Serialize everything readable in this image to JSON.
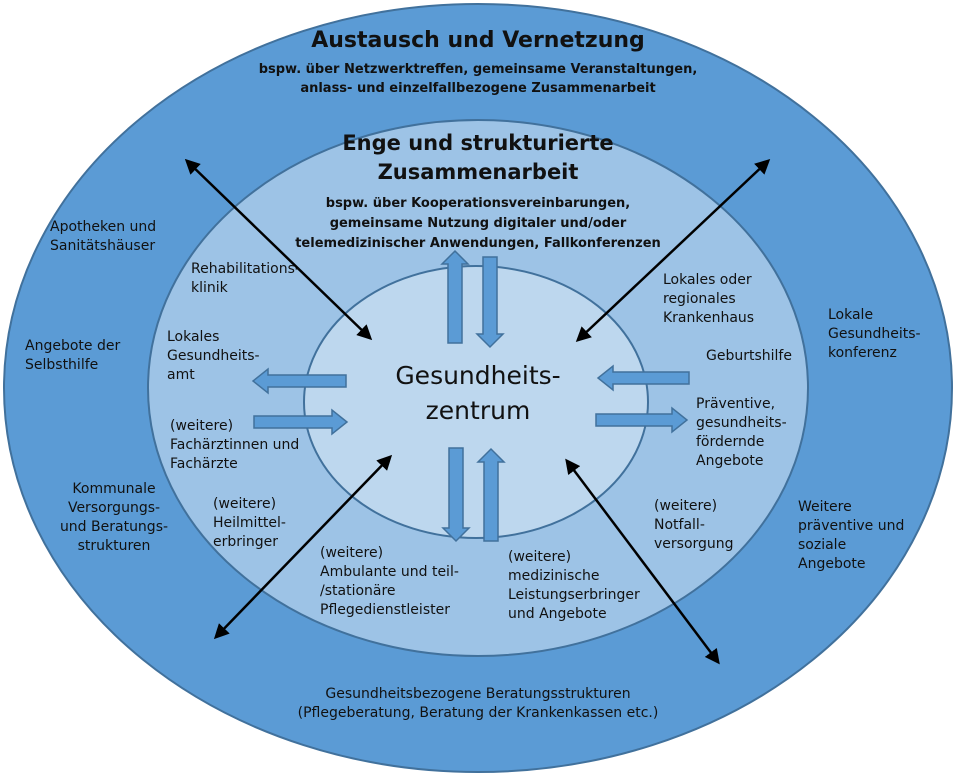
{
  "outer": {
    "title": "Austausch und Vernetzung",
    "subtitle": "bspw. über Netzwerktreffen, gemeinsame Veranstaltungen,\nanlass- und einzelfallbezogene Zusammenarbeit"
  },
  "inner": {
    "title": "Enge und strukturierte\nZusammenarbeit",
    "subtitle": "bspw. über Kooperationsvereinbarungen,\ngemeinsame Nutzung digitaler und/oder\ntelemedizinischer Anwendungen, Fallkonferenzen"
  },
  "center": {
    "title": "Gesundheits-\nzentrum"
  },
  "outer_labels": {
    "apotheken": "Apotheken und\nSanitätshäuser",
    "selbsthilfe": "Angebote der\nSelbsthilfe",
    "kommunale": "Kommunale\nVersorgungs-\nund Beratungs-\nstrukturen",
    "konferenz": "Lokale\nGesundheits-\nkonferenz",
    "weitere_praeventive": "Weitere\npräventive und\nsoziale\nAngebote",
    "beratung": "Gesundheitsbezogene Beratungsstrukturen\n(Pflegeberatung, Beratung der Krankenkassen etc.)"
  },
  "inner_labels": {
    "reha": "Rehabilitations-\nklinik",
    "gesundheitsamt": "Lokales\nGesundheits-\namt",
    "fachaerzte": "(weitere)\nFachärztinnen und\nFachärzte",
    "heilmittel": "(weitere)\nHeilmittel-\nerbringer",
    "pflege": "(weitere)\nAmbulante und teil-\n/stationäre\nPflegedienstleister",
    "medizinische": "(weitere)\nmedizinische\nLeistungserbringer\nund Angebote",
    "krankenhaus": "Lokales oder\nregionales\nKrankenhaus",
    "geburtshilfe": "Geburtshilfe",
    "praeventive": "Präventive,\ngesundheits-\nfördernde\nAngebote",
    "notfall": "(weitere)\nNotfall-\nversorgung"
  },
  "colors": {
    "outer_fill": "#5b9bd5",
    "outer_stroke": "#41719c",
    "inner_fill": "#9dc3e6",
    "core_fill": "#bdd7ee",
    "block_arrow_fill": "#5b9bd5",
    "block_arrow_stroke": "#41719c",
    "connector": "#000000"
  }
}
